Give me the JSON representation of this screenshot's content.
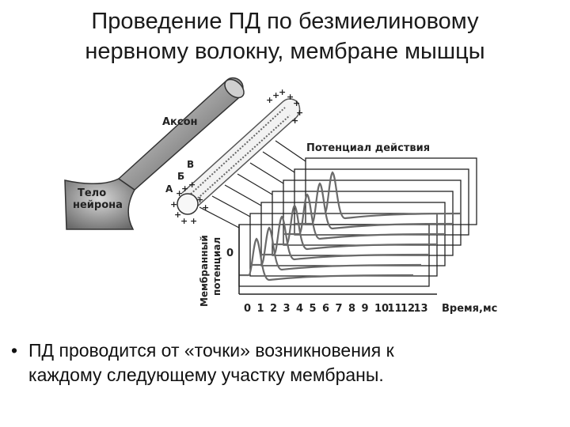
{
  "title": {
    "line1": "Проведение ПД по безмиелиновому",
    "line2": "нервному волокну, мембране мышцы"
  },
  "diagram": {
    "label_axon": "Аксон",
    "label_body_line1": "Тело",
    "label_body_line2": "нейрона",
    "label_v": "В",
    "label_b": "Б",
    "label_a": "А",
    "label_action_potential": "Потенциал действия",
    "label_membrane_line1": "Мембранный",
    "label_membrane_line2": "потенциал",
    "label_zero": "0",
    "label_time": "Время,мс",
    "time_ticks": [
      "0",
      "1",
      "2",
      "3",
      "4",
      "5",
      "6",
      "7",
      "8",
      "9",
      "10",
      "11",
      "12",
      "13"
    ],
    "colors": {
      "ink": "#222222",
      "fiber": "#9a9a9a",
      "plus": "#222222"
    }
  },
  "bullet": {
    "marker": "•",
    "line1": "ПД проводится от «точки» возникновения к",
    "line2": "каждому следующему участку мембраны."
  }
}
